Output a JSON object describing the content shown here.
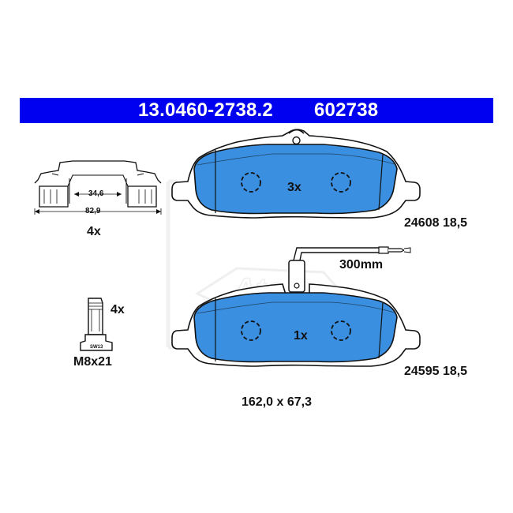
{
  "header": {
    "part_number": "13.0460-2738.2",
    "ref_number": "602738"
  },
  "pad_top": {
    "quantity": "3x",
    "ref_thickness": "24608 18,5"
  },
  "pad_bottom": {
    "quantity": "1x",
    "ref_thickness": "24595 18,5"
  },
  "wear_sensor": {
    "length": "300mm"
  },
  "clip": {
    "inner_width": "34,6",
    "outer_width": "82,9",
    "quantity": "4x"
  },
  "bolt": {
    "quantity": "4x",
    "wrench": "SW13",
    "thread": "M8x21"
  },
  "dimensions": "162,0 x 67,3",
  "colors": {
    "banner": "#0000f0",
    "pad_fill": "#3a8fe0",
    "outline": "#111111"
  }
}
